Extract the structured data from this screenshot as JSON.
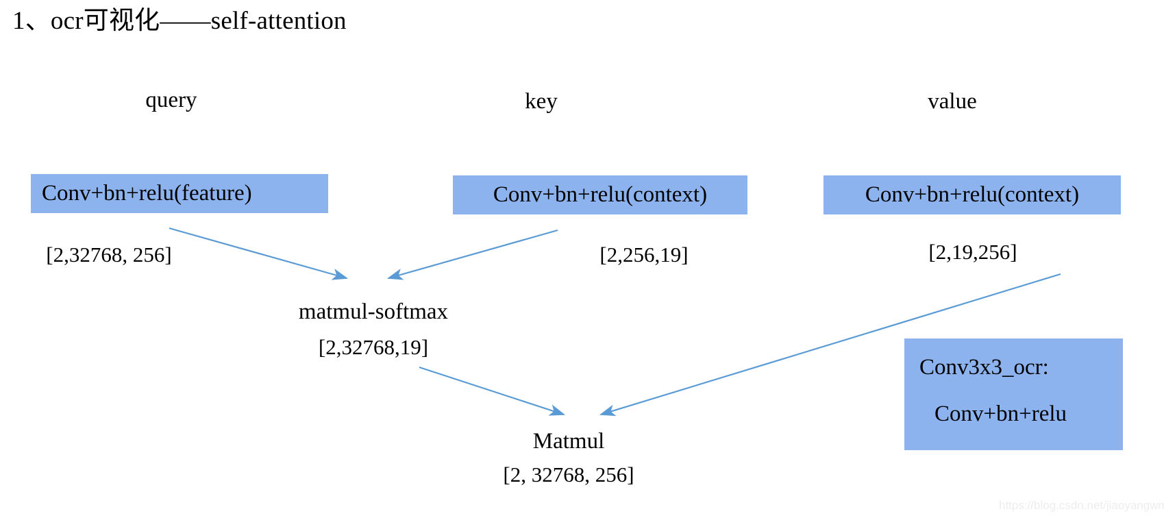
{
  "page": {
    "title": "1、ocr可视化——self-attention",
    "background_color": "#ffffff",
    "box_fill_color": "#8CB3EE",
    "arrow_color": "#5B9BD5",
    "text_color": "#000000",
    "watermark": "https://blog.csdn.net/jiaoyangwm"
  },
  "columns": [
    {
      "name": "query",
      "label": "query"
    },
    {
      "name": "key",
      "label": "key"
    },
    {
      "name": "value",
      "label": "value"
    }
  ],
  "boxes": {
    "query_conv": {
      "label": "Conv+bn+relu(feature)"
    },
    "key_conv": {
      "label": "Conv+bn+relu(context)"
    },
    "value_conv": {
      "label": "Conv+bn+relu(context)"
    },
    "conv3x3_ocr": {
      "line1": "Conv3x3_ocr:",
      "line2": "Conv+bn+relu"
    }
  },
  "dims": {
    "query": "[2,32768, 256]",
    "key": "[2,256,19]",
    "value": "[2,19,256]",
    "matmul_softmax": "[2,32768,19]",
    "matmul": "[2, 32768, 256]"
  },
  "nodes": {
    "matmul_softmax": {
      "label": "matmul-softmax"
    },
    "matmul": {
      "label": "Matmul"
    }
  }
}
